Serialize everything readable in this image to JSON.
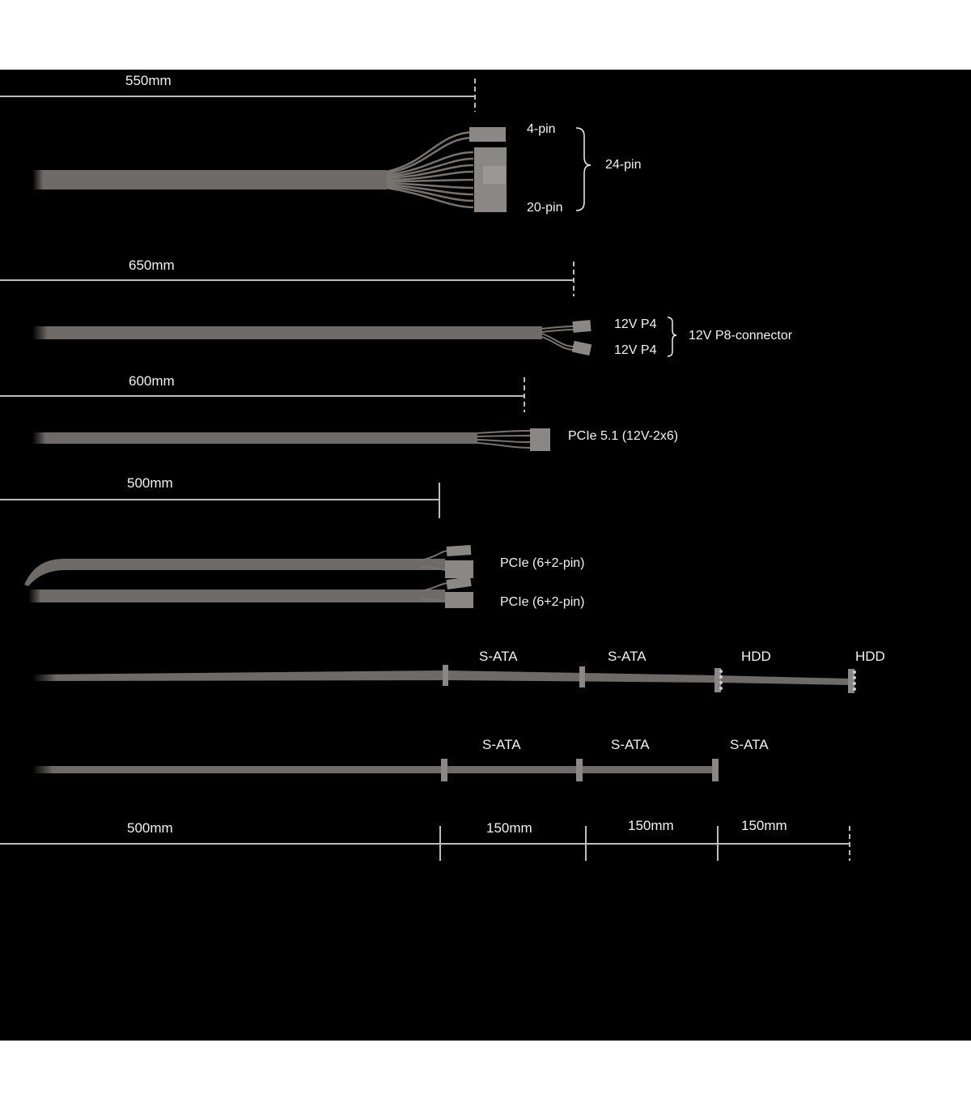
{
  "colors": {
    "background": "#000000",
    "cable": "#6d6a67",
    "connector": "#8a8784",
    "dimension_line": "#bdbdbd",
    "text": "#f2f2f2"
  },
  "cables": [
    {
      "name": "atx-24pin",
      "length": "550mm",
      "connectors": [
        "4-pin",
        "20-pin"
      ],
      "group_label": "24-pin"
    },
    {
      "name": "eps-12v",
      "length": "650mm",
      "connectors": [
        "12V P4",
        "12V P4"
      ],
      "group_label": "12V P8-connector"
    },
    {
      "name": "pcie-5-1",
      "length": "600mm",
      "connectors": [
        "PCIe 5.1 (12V-2x6)"
      ]
    },
    {
      "name": "pcie-6-2",
      "length": "500mm",
      "connectors": [
        "PCIe (6+2-pin)",
        "PCIe (6+2-pin)"
      ]
    },
    {
      "name": "sata-hdd",
      "connectors": [
        "S-ATA",
        "S-ATA",
        "HDD",
        "HDD"
      ]
    },
    {
      "name": "sata",
      "connectors": [
        "S-ATA",
        "S-ATA",
        "S-ATA"
      ]
    }
  ],
  "bottom_dimensions": [
    "500mm",
    "150mm",
    "150mm",
    "150mm"
  ]
}
